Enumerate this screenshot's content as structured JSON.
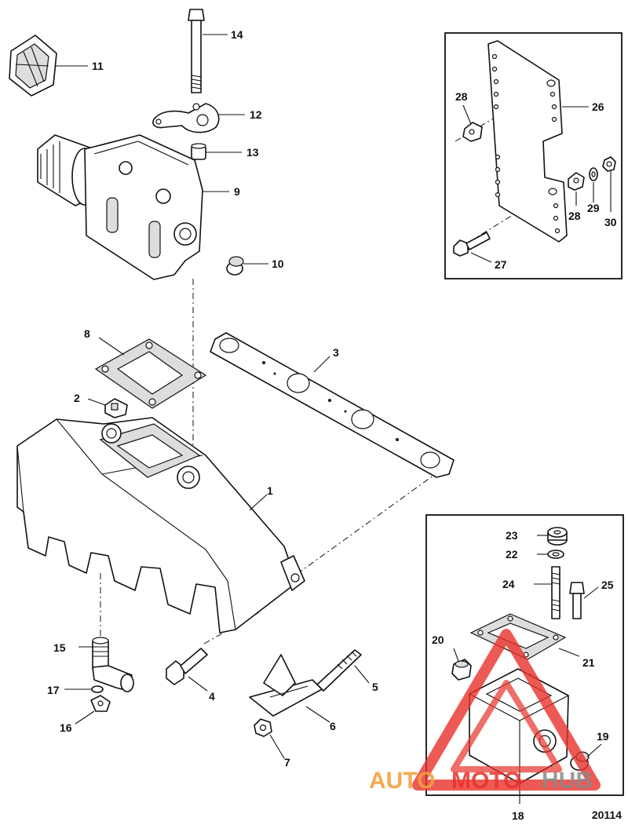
{
  "diagram": {
    "figure_number": "20114",
    "callouts": [
      "1",
      "2",
      "3",
      "4",
      "5",
      "6",
      "7",
      "8",
      "9",
      "10",
      "11",
      "12",
      "13",
      "14",
      "15",
      "16",
      "17",
      "18",
      "19",
      "20",
      "21",
      "22",
      "23",
      "24",
      "25",
      "26",
      "27",
      "28",
      "28",
      "29",
      "30"
    ]
  },
  "watermark": {
    "text_auto": "AUTO",
    "text_moto": "MOTO",
    "text_hub": "HUB",
    "colors": {
      "red": "#e8312a",
      "gold": "#f2a03d",
      "gray": "#8a8a8a"
    }
  }
}
